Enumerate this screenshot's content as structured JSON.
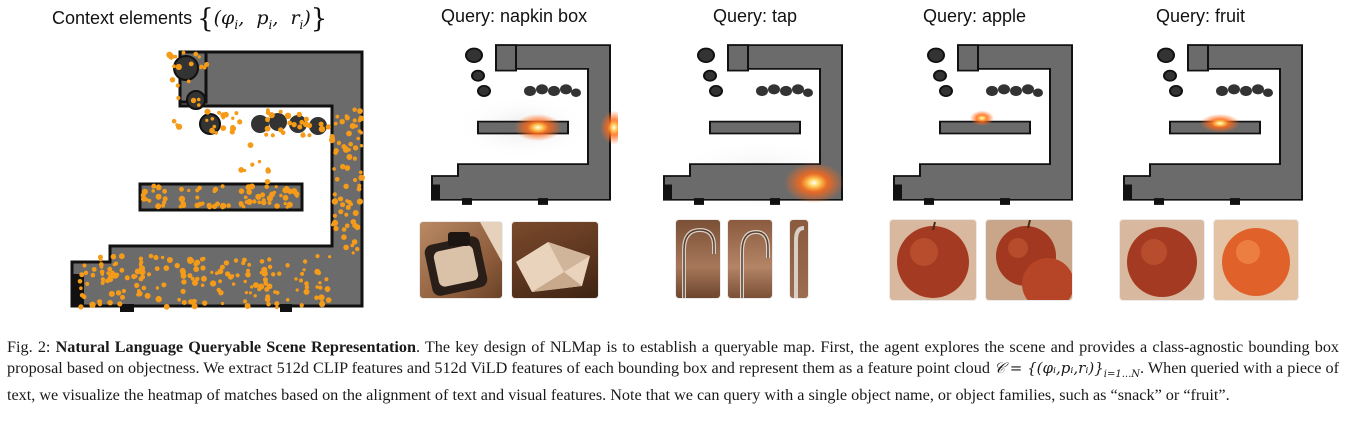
{
  "panels": {
    "context": {
      "title_prefix": "Context elements",
      "math": "{(φᵢ, pᵢ, rᵢ)}"
    },
    "q1": {
      "title": "Query: napkin box"
    },
    "q2": {
      "title": "Query: tap"
    },
    "q3": {
      "title": "Query: apple"
    },
    "q4": {
      "title": "Query: fruit"
    }
  },
  "colors": {
    "map_wall": "#6b6b6b",
    "map_edge": "#111111",
    "points": "#f59b1a",
    "heat": "#ff7a1a"
  },
  "caption": {
    "fig_label": "Fig. 2:",
    "bold_title": "Natural Language Queryable Scene Representation",
    "text_1": ". The key design of NLMap is to establish a queryable map. First, the agent explores the scene and provides a class-agnostic bounding box proposal based on objectness. We extract 512d CLIP features and 512d ViLD features of each bounding box and represent them as a feature point cloud ",
    "math_cloud": "𝒞 = {(φᵢ,pᵢ,rᵢ)}",
    "math_sub": "i=1...N",
    "text_2": ". When queried with a piece of text, we visualize the heatmap of matches based on the alignment of text and visual features. Note that we can query with a single object name, or object families, such as “snack” or “fruit”."
  }
}
